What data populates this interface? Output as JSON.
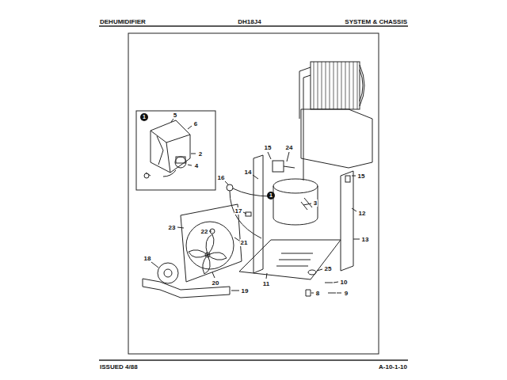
{
  "diagram": {
    "labels": [
      "DEHUMIDIFIER",
      "DH18J4",
      "SYSTEM & CHASSIS",
      "1",
      "5",
      "6",
      "2",
      "4",
      "15",
      "24",
      "14",
      "16",
      "1",
      "3",
      "17",
      "15",
      "12",
      "23",
      "22",
      "21",
      "13",
      "18",
      "11",
      "25",
      "10",
      "20",
      "19",
      "8",
      "9",
      "ISSUED 4/88",
      "A-10-1-10"
    ]
  }
}
